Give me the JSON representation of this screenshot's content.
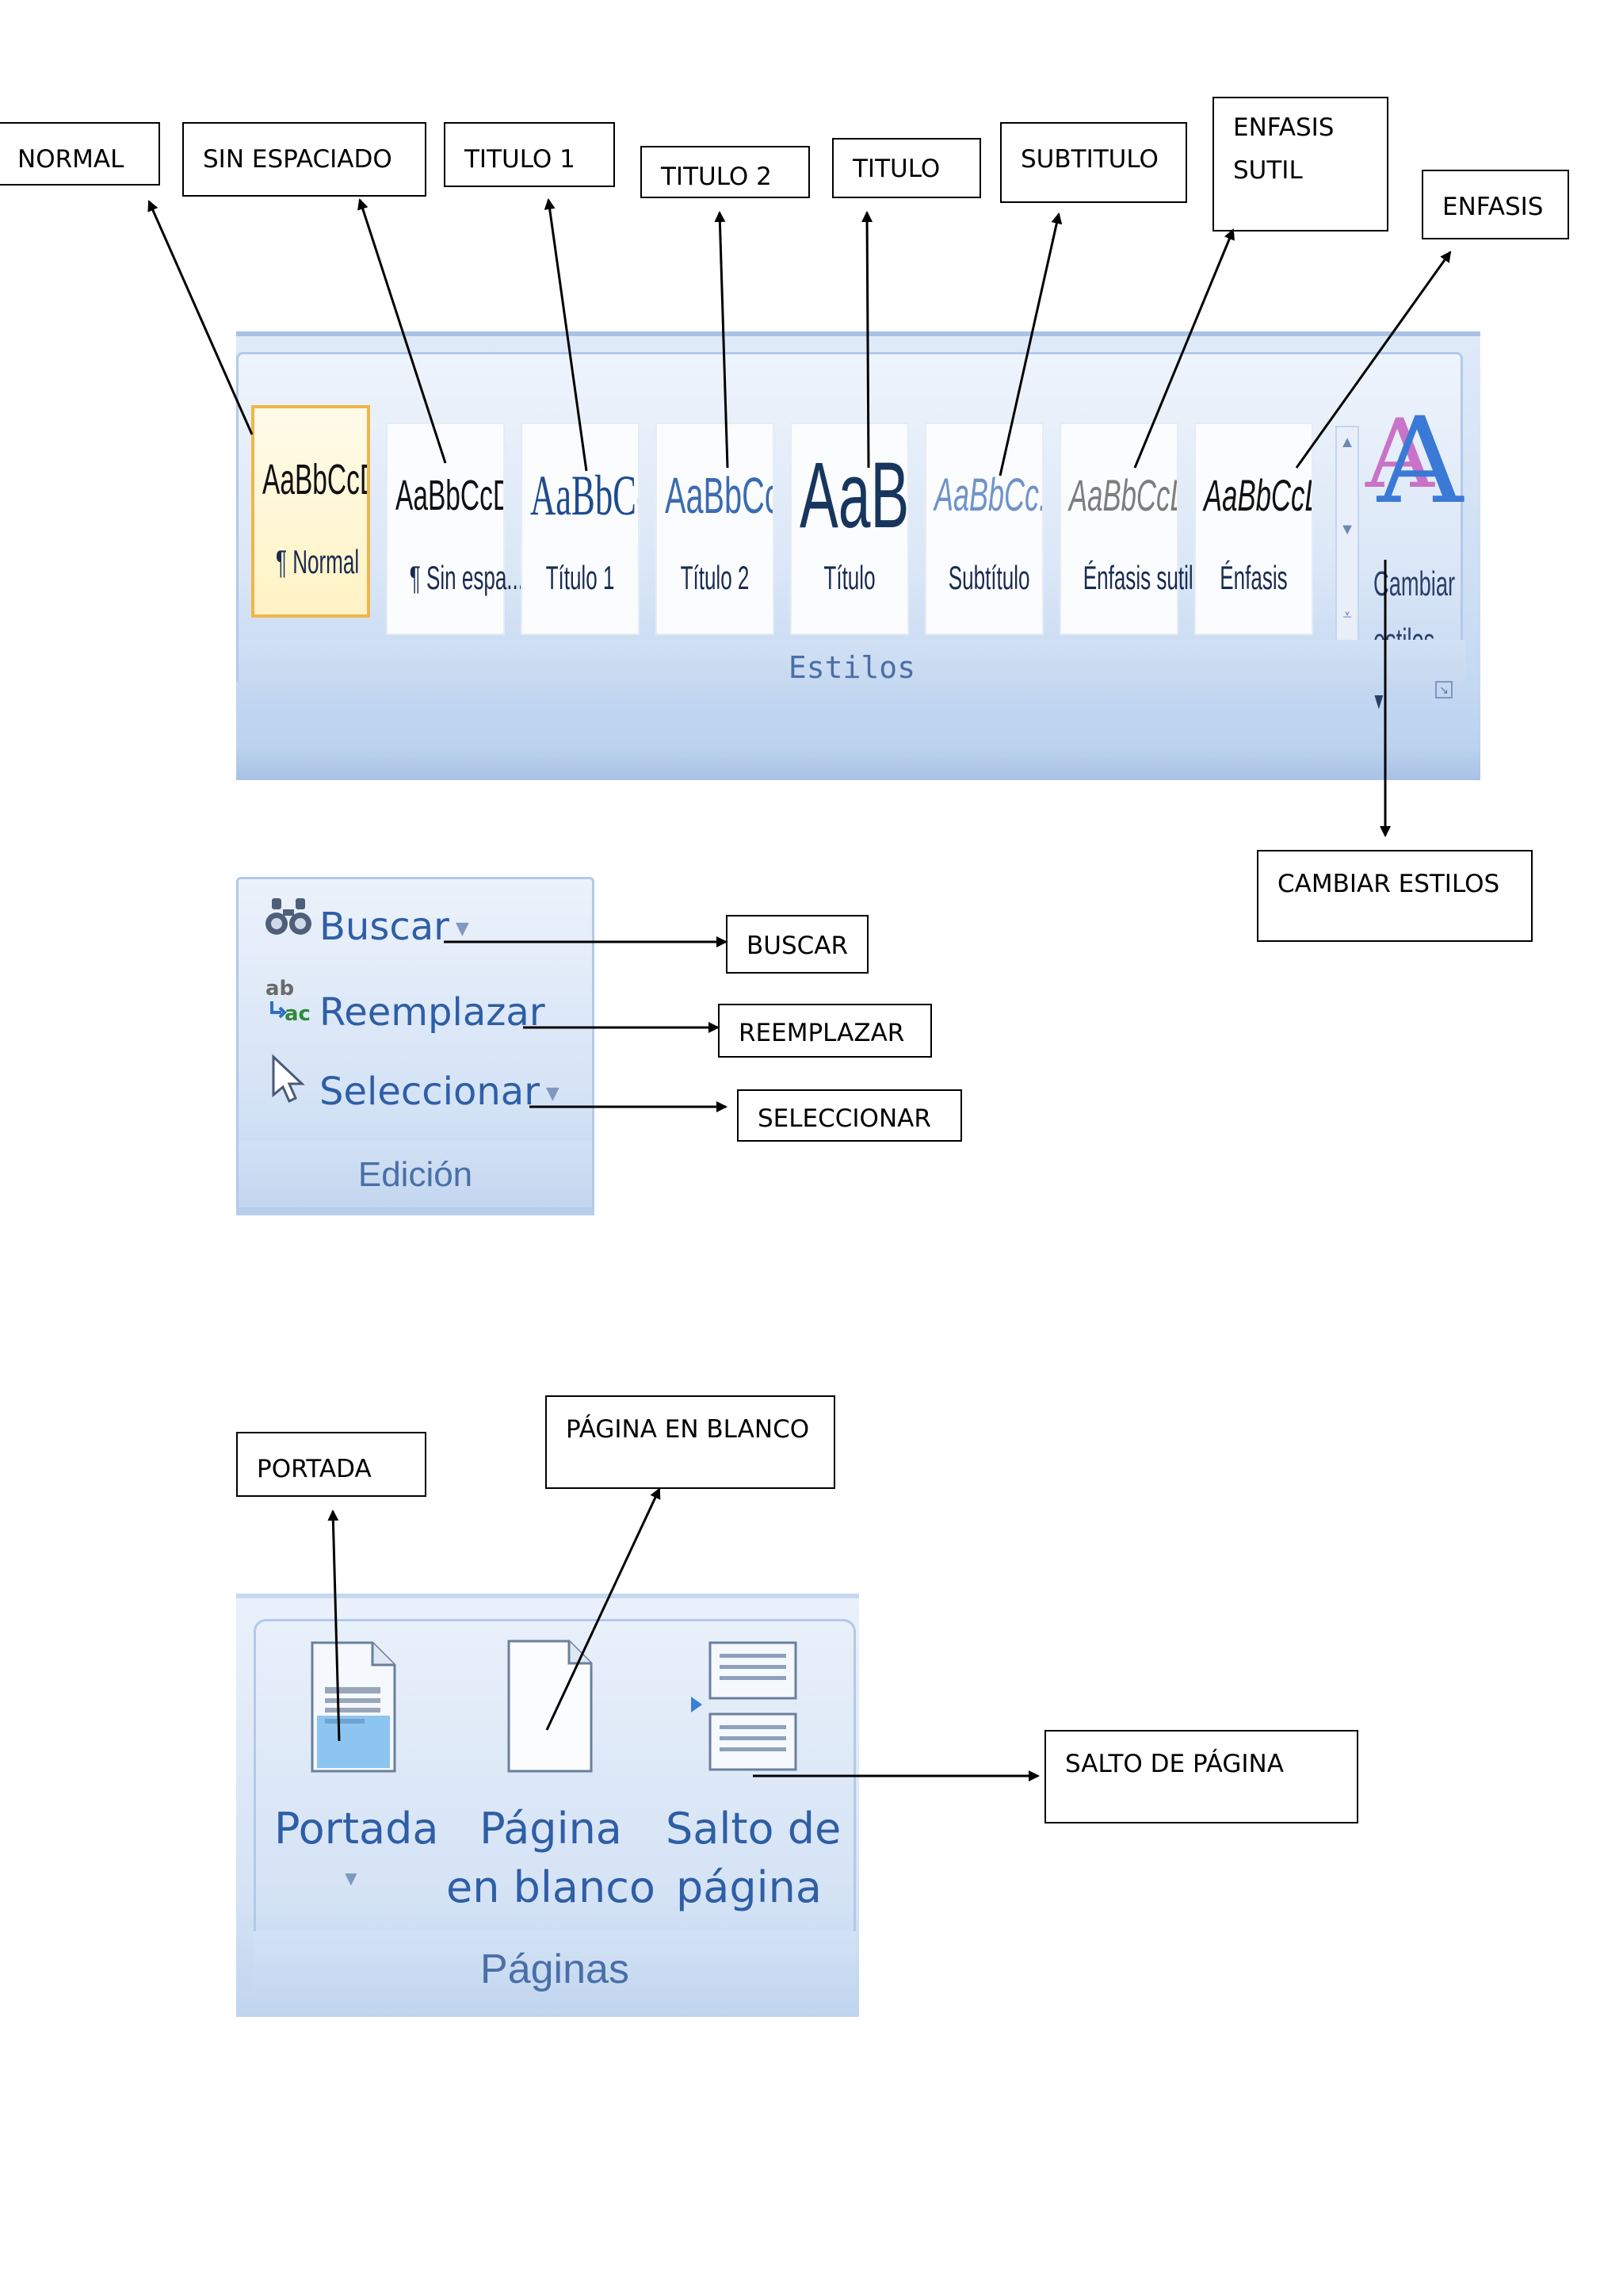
{
  "callouts": {
    "normal": "NORMAL",
    "sin_espaciado": "SIN ESPACIADO",
    "titulo1": "TITULO 1",
    "titulo2": "TITULO 2",
    "titulo": "TITULO",
    "subtitulo": "SUBTITULO",
    "enfasis_sutil": "ENFASIS SUTIL",
    "enfasis": "ENFASIS",
    "cambiar_estilos": "CAMBIAR ESTILOS",
    "buscar": "BUSCAR",
    "reemplazar": "REEMPLAZAR",
    "seleccionar": "SELECCIONAR",
    "portada": "PORTADA",
    "pagina_en_blanco": "PÁGINA EN BLANCO",
    "salto_de_pagina": "SALTO DE PÁGINA"
  },
  "styles_ribbon": {
    "group_title": "Estilos",
    "tiles": [
      {
        "sample": "AaBbCcDc",
        "name": "¶ Normal"
      },
      {
        "sample": "AaBbCcDc",
        "name": "¶ Sin espa..."
      },
      {
        "sample": "AaBbC(",
        "name": "Título 1"
      },
      {
        "sample": "AaBbCc",
        "name": "Título 2"
      },
      {
        "sample": "AaB",
        "name": "Título"
      },
      {
        "sample": "AaBbCc.",
        "name": "Subtítulo"
      },
      {
        "sample": "AaBbCcDc",
        "name": "Énfasis sutil"
      },
      {
        "sample": "AaBbCcDc",
        "name": "Énfasis"
      }
    ],
    "change_styles_line1": "Cambiar",
    "change_styles_line2": "estilos ▾",
    "change_styles_glyph": "A"
  },
  "edicion": {
    "group_title": "Edición",
    "items": [
      {
        "label": "Buscar",
        "icon": "binoculars-icon"
      },
      {
        "label": "Reemplazar",
        "icon": "replace-icon"
      },
      {
        "label": "Seleccionar",
        "icon": "cursor-icon"
      }
    ]
  },
  "paginas": {
    "group_title": "Páginas",
    "portada_label": "Portada",
    "pagina_line1": "Página",
    "pagina_line2": "en blanco",
    "salto_line1": "Salto de",
    "salto_line2": "página"
  },
  "colors": {
    "ribbon_text": "#2e5ea6",
    "active_border": "#f0b54a",
    "ribbon_bg": "#dbe7f7"
  }
}
